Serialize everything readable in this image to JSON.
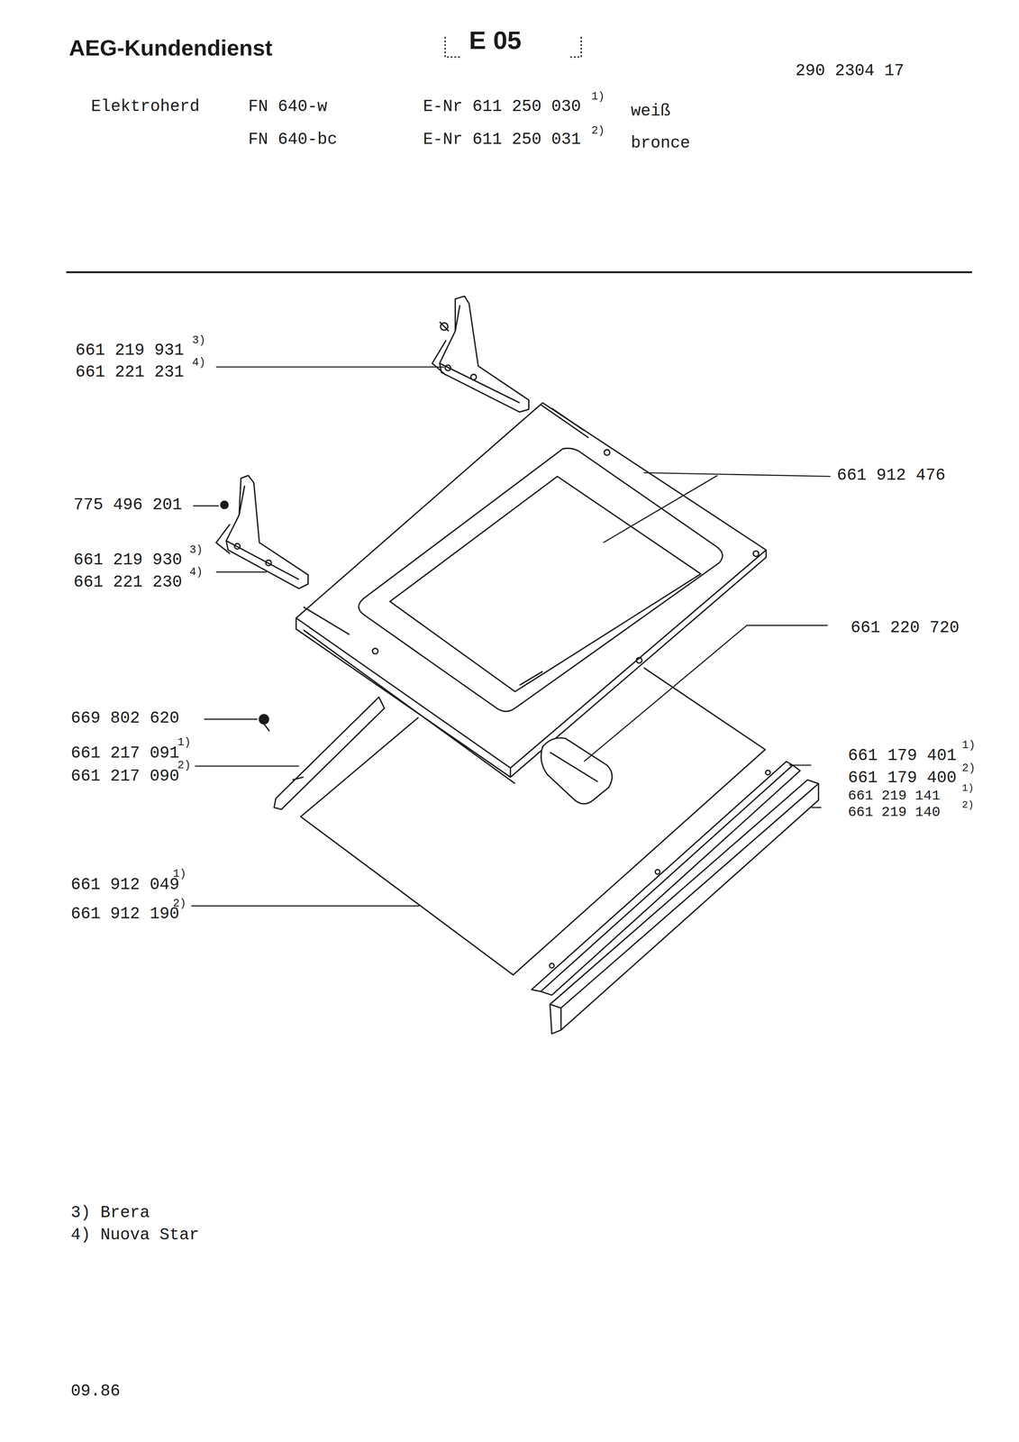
{
  "diagram": {
    "title": "AEG-Kundendienst",
    "labels": [
      "E 05",
      "290 2304 17",
      "Elektroherd",
      "FN 640-w",
      "E-Nr 611 250 030",
      "1)",
      "weiß",
      "FN 640-bc",
      "E-Nr 611 250 031",
      "2)",
      "bronce",
      "661 219 931",
      "3)",
      "661 221 231",
      "4)",
      "775 496 201",
      "661 219 930",
      "3)",
      "661 221 230",
      "4)",
      "669 802 620",
      "661 217 091",
      "1)",
      "661 217 090",
      "2)",
      "661 912 049",
      "1)",
      "661 912 190",
      "2)",
      "661 912 476",
      "661 220 720",
      "661 179 401",
      "1)",
      "661 179 400",
      "2)",
      "661 219 141",
      "1)",
      "661 219 140",
      "2)",
      "3) Brera",
      "4) Nuova Star",
      "09.86"
    ]
  }
}
